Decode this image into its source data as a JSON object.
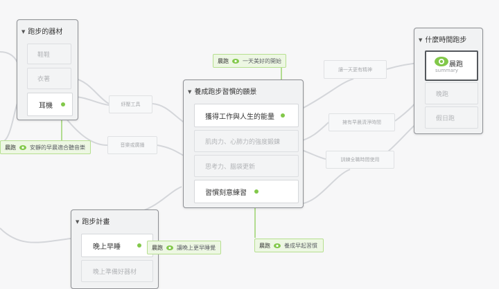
{
  "groups": {
    "equipment": {
      "title": "跑步的器材",
      "items": [
        "鞋鞋",
        "衣著",
        "耳機"
      ]
    },
    "habit": {
      "title": "養成跑步習慣的願景",
      "items": [
        "獲得工作與人生的能量",
        "肌肉力、心肺力的強度鍛鍊",
        "思考力、腦袋更新",
        "習慣刻意練習"
      ]
    },
    "plan": {
      "title": "跑步計畫",
      "items": [
        "晚上早睡",
        "晚上準備好器材"
      ]
    },
    "time": {
      "title": "什麼時間跑步",
      "selected_title": "晨跑",
      "selected_sub": "summary",
      "items": [
        "晚跑",
        "假日跑"
      ]
    }
  },
  "floating": {
    "tools": "紓壓工具",
    "playlist": "音樂或廣播",
    "good_day": "讓一天更有精神",
    "morning_time": "擁有早晨清淨時間",
    "shared_time": "訓練全職時間使用"
  },
  "badges": {
    "good_start": {
      "who": "晨跑",
      "text": "一天美好的開始"
    },
    "quiet_music": {
      "who": "晨跑",
      "text": "安靜的早晨適合聽音樂"
    },
    "early_sleep": {
      "who": "晨跑",
      "text": "讓晚上更早睡覺"
    },
    "early_habit": {
      "who": "晨跑",
      "text": "養成早起習慣"
    }
  },
  "colors": {
    "accent": "#82c84a",
    "badge_bg": "#edf7e3",
    "group_border": "#8d8f93"
  },
  "icons": {
    "badge": "eye-icon",
    "selected": "eye-icon",
    "collapse": "chevron-down-icon"
  }
}
